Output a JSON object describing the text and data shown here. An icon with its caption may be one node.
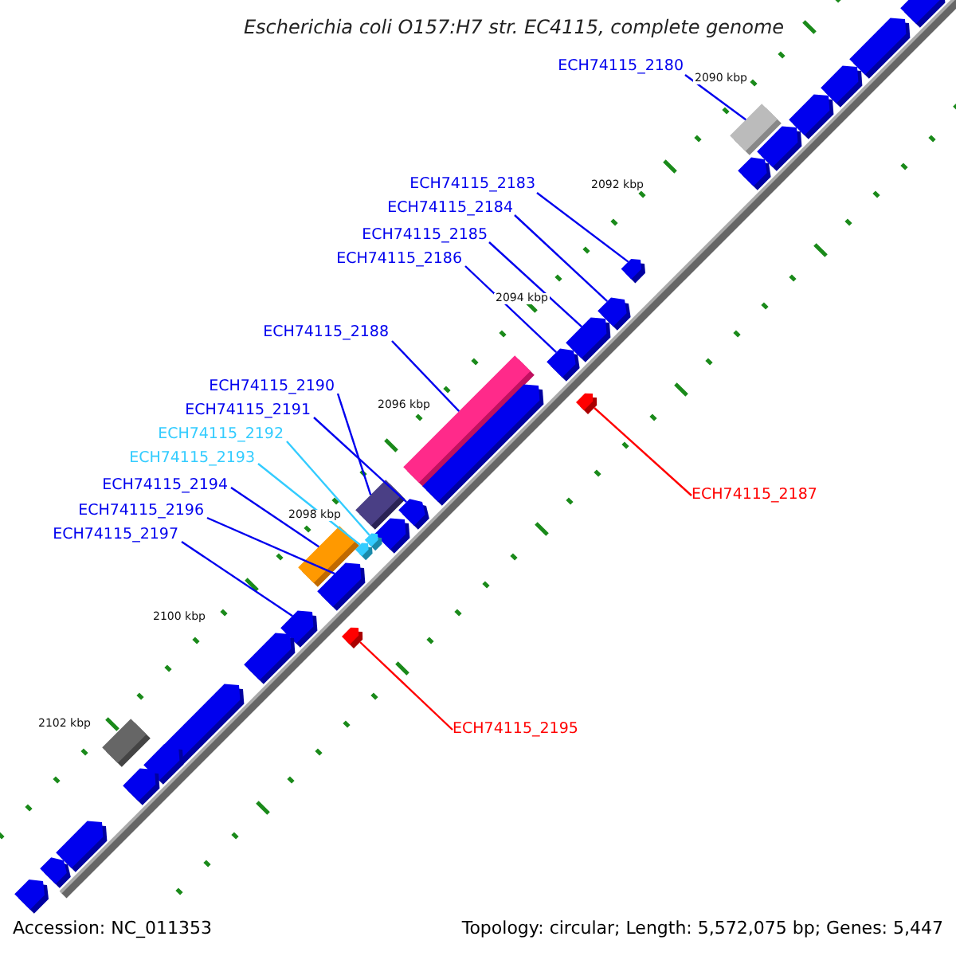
{
  "diagram": {
    "title": "Escherichia coli O157:H7 str. EC4115, complete genome",
    "nodes": [
      {
        "text": [
          "ECH74115_2180"
        ]
      },
      {
        "text": [
          "ECH74115_2183"
        ]
      },
      {
        "text": [
          "ECH74115_2184"
        ]
      },
      {
        "text": [
          "ECH74115_2185"
        ]
      },
      {
        "text": [
          "ECH74115_2186"
        ]
      },
      {
        "text": [
          "ECH74115_2188"
        ]
      },
      {
        "text": [
          "ECH74115_2190"
        ]
      },
      {
        "text": [
          "ECH74115_2191"
        ]
      },
      {
        "text": [
          "ECH74115_2192"
        ]
      },
      {
        "text": [
          "ECH74115_2193"
        ]
      },
      {
        "text": [
          "ECH74115_2194"
        ]
      },
      {
        "text": [
          "ECH74115_2196"
        ]
      },
      {
        "text": [
          "ECH74115_2197"
        ]
      },
      {
        "text": [
          "ECH74115_2187"
        ]
      },
      {
        "text": [
          "ECH74115_2195"
        ]
      },
      {
        "text": [],
        "shape": "pentagon"
      },
      {
        "text": [],
        "shape": "pentagon"
      },
      {
        "text": [],
        "shape": "pentagon"
      },
      {
        "text": [],
        "shape": "pentagon"
      },
      {
        "text": [],
        "shape": "box"
      },
      {
        "text": [],
        "shape": "pentagon"
      },
      {
        "text": [],
        "shape": "pentagon"
      },
      {
        "text": [],
        "shape": "pentagon"
      },
      {
        "text": [],
        "shape": "pentagon"
      },
      {
        "text": [],
        "shape": "pentagon"
      },
      {
        "text": [],
        "shape": "pentagon"
      },
      {
        "text": [],
        "shape": "pentagon"
      },
      {
        "text": [],
        "shape": "box"
      },
      {
        "text": [],
        "shape": "pentagon"
      },
      {
        "text": [],
        "shape": "box"
      },
      {
        "text": [],
        "shape": "pentagon"
      },
      {
        "text": [],
        "shape": "pentagon"
      },
      {
        "text": [],
        "shape": "pentagon"
      },
      {
        "text": [],
        "shape": "pentagon"
      },
      {
        "text": [],
        "shape": "box"
      },
      {
        "text": [],
        "shape": "pentagon"
      },
      {
        "text": [],
        "shape": "pentagon"
      },
      {
        "text": [],
        "shape": "pentagon"
      },
      {
        "text": [],
        "shape": "pentagon"
      },
      {
        "text": [],
        "shape": "pentagon"
      },
      {
        "text": [],
        "shape": "box"
      },
      {
        "text": [],
        "shape": "pentagon"
      },
      {
        "text": [],
        "shape": "pentagon"
      },
      {
        "text": [],
        "shape": "pentagon"
      },
      {
        "text": [],
        "shape": "pentagon"
      },
      {
        "text": [],
        "shape": "pentagon"
      }
    ],
    "edges": [
      {
        "from": 0,
        "to": 19,
        "arrow": "none"
      },
      {
        "from": 1,
        "to": 22,
        "arrow": "none"
      },
      {
        "from": 2,
        "to": 23,
        "arrow": "none"
      },
      {
        "from": 3,
        "to": 24,
        "arrow": "none"
      },
      {
        "from": 4,
        "to": 25,
        "arrow": "none"
      },
      {
        "from": 5,
        "to": 27,
        "arrow": "none"
      },
      {
        "from": 6,
        "to": 29,
        "arrow": "none"
      },
      {
        "from": 7,
        "to": 30,
        "arrow": "none"
      },
      {
        "from": 8,
        "to": 32,
        "arrow": "none",
        "color": "#33ccff"
      },
      {
        "from": 9,
        "to": 33,
        "arrow": "none",
        "color": "#33ccff"
      },
      {
        "from": 10,
        "to": 34,
        "arrow": "none"
      },
      {
        "from": 11,
        "to": 35,
        "arrow": "none"
      },
      {
        "from": 12,
        "to": 36,
        "arrow": "none"
      },
      {
        "from": 13,
        "to": 26,
        "arrow": "none",
        "color": "#ff0000"
      },
      {
        "from": 14,
        "to": 37,
        "arrow": "none",
        "color": "#ff0000"
      }
    ],
    "labels": [
      "2090 kbp",
      "2092 kbp",
      "2094 kbp",
      "2096 kbp",
      "2098 kbp",
      "2100 kbp",
      "2102 kbp",
      "Accession: NC_011353",
      "Topology: circular; Length: 5,572,075 bp; Genes: 5,447"
    ]
  }
}
